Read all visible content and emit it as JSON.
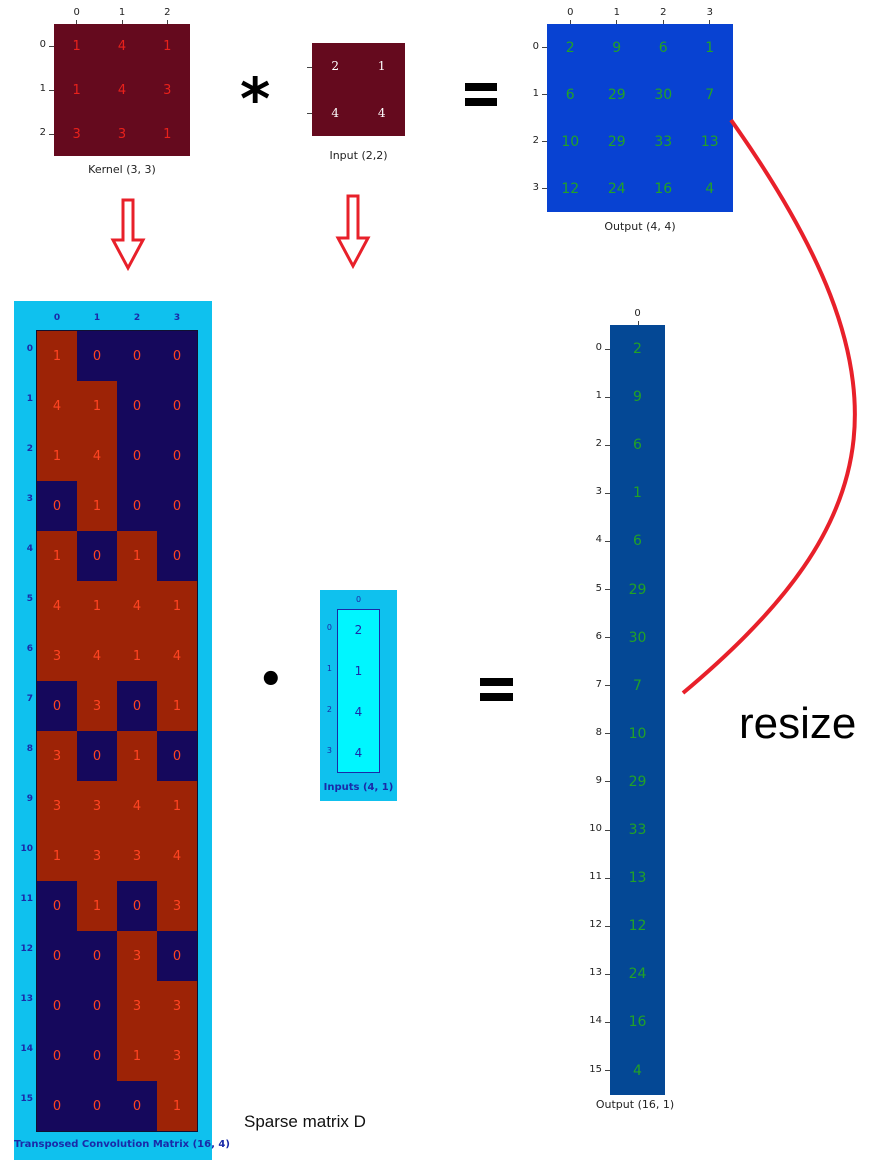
{
  "kernel": {
    "caption": "Kernel (3, 3)",
    "col_ticks": [
      "0",
      "1",
      "2"
    ],
    "row_ticks": [
      "0",
      "1",
      "2"
    ],
    "cells": [
      [
        "1",
        "4",
        "1"
      ],
      [
        "1",
        "4",
        "3"
      ],
      [
        "3",
        "3",
        "1"
      ]
    ],
    "fill_color": "#650a1e",
    "text_color": "#e8211b"
  },
  "input": {
    "caption": "Input (2,2)",
    "cells": [
      [
        "2",
        "1"
      ],
      [
        "4",
        "4"
      ]
    ],
    "fill_color": "#650a1e",
    "text_color": "#ffffff"
  },
  "output": {
    "caption": "Output (4, 4)",
    "col_ticks": [
      "0",
      "1",
      "2",
      "3"
    ],
    "row_ticks": [
      "0",
      "1",
      "2",
      "3"
    ],
    "cells": [
      [
        "2",
        "9",
        "6",
        "1"
      ],
      [
        "6",
        "29",
        "30",
        "7"
      ],
      [
        "10",
        "29",
        "33",
        "13"
      ],
      [
        "12",
        "24",
        "16",
        "4"
      ]
    ],
    "fill_color": "#0842d2",
    "text_color": "#22a226"
  },
  "operators": {
    "conv": "*",
    "dot": "•"
  },
  "transposed": {
    "caption": "Transposed Convolution Matrix (16, 4)",
    "col_ticks": [
      "0",
      "1",
      "2",
      "3"
    ],
    "row_ticks": [
      "0",
      "1",
      "2",
      "3",
      "4",
      "5",
      "6",
      "7",
      "8",
      "9",
      "10",
      "11",
      "12",
      "13",
      "14",
      "15"
    ],
    "cells": [
      [
        "1",
        "0",
        "0",
        "0"
      ],
      [
        "4",
        "1",
        "0",
        "0"
      ],
      [
        "1",
        "4",
        "0",
        "0"
      ],
      [
        "0",
        "1",
        "0",
        "0"
      ],
      [
        "1",
        "0",
        "1",
        "0"
      ],
      [
        "4",
        "1",
        "4",
        "1"
      ],
      [
        "3",
        "4",
        "1",
        "4"
      ],
      [
        "0",
        "3",
        "0",
        "1"
      ],
      [
        "3",
        "0",
        "1",
        "0"
      ],
      [
        "3",
        "3",
        "4",
        "1"
      ],
      [
        "1",
        "3",
        "3",
        "4"
      ],
      [
        "0",
        "1",
        "0",
        "3"
      ],
      [
        "0",
        "0",
        "3",
        "0"
      ],
      [
        "0",
        "0",
        "3",
        "3"
      ],
      [
        "0",
        "0",
        "1",
        "3"
      ],
      [
        "0",
        "0",
        "0",
        "1"
      ]
    ],
    "bg_color": "#0fc1ee",
    "zero_color": "#15085c",
    "nonzero_color": "#9d2306",
    "text_color": "#ff4422"
  },
  "inputs_vec": {
    "caption": "Inputs (4, 1)",
    "col_ticks": [
      "0"
    ],
    "row_ticks": [
      "0",
      "1",
      "2",
      "3"
    ],
    "cells": [
      "2",
      "1",
      "4",
      "4"
    ],
    "bg_color": "#0fc1ee",
    "fill_color": "#00f6ff",
    "text_color": "#1a2aa8"
  },
  "output_vec": {
    "caption": "Output (16, 1)",
    "col_ticks": [
      "0"
    ],
    "row_ticks": [
      "0",
      "1",
      "2",
      "3",
      "4",
      "5",
      "6",
      "7",
      "8",
      "9",
      "10",
      "11",
      "12",
      "13",
      "14",
      "15"
    ],
    "cells": [
      "2",
      "9",
      "6",
      "1",
      "6",
      "29",
      "30",
      "7",
      "10",
      "29",
      "33",
      "13",
      "12",
      "24",
      "16",
      "4"
    ],
    "fill_color": "#044895",
    "text_color": "#22a226"
  },
  "labels": {
    "sparse": "Sparse matrix D",
    "resize": "resize"
  },
  "accent_red": "#e8202a"
}
